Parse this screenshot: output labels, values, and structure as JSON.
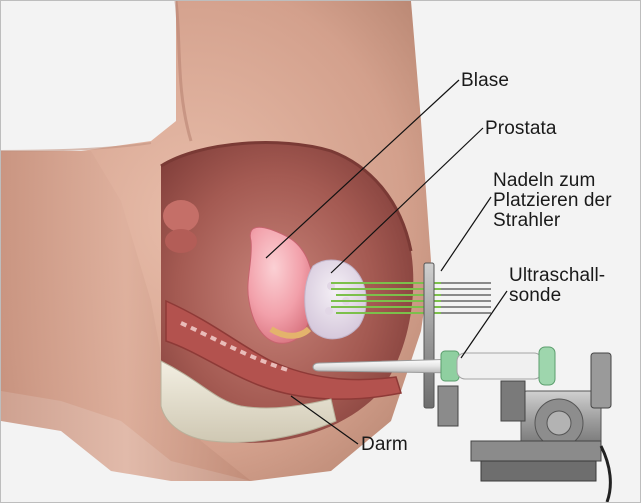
{
  "labels": {
    "blase": "Blase",
    "prostata": "Prostata",
    "nadeln": [
      "Nadeln zum",
      "Platzieren der",
      "Strahler"
    ],
    "ultraschall": [
      "Ultraschall-",
      "sonde"
    ],
    "darm": "Darm"
  },
  "colors": {
    "background": "#f3f3f3",
    "skin": "#d9a996",
    "cavity": "#a8564c",
    "bladder": "#f0a3ad",
    "prostate": "#e6ddea",
    "needles": "#7cc04b",
    "probe": "#e9e9e9",
    "probe_tip": "#8fcfa0",
    "stepper": "#9c9c9c",
    "pointer_lines": "#111111"
  }
}
